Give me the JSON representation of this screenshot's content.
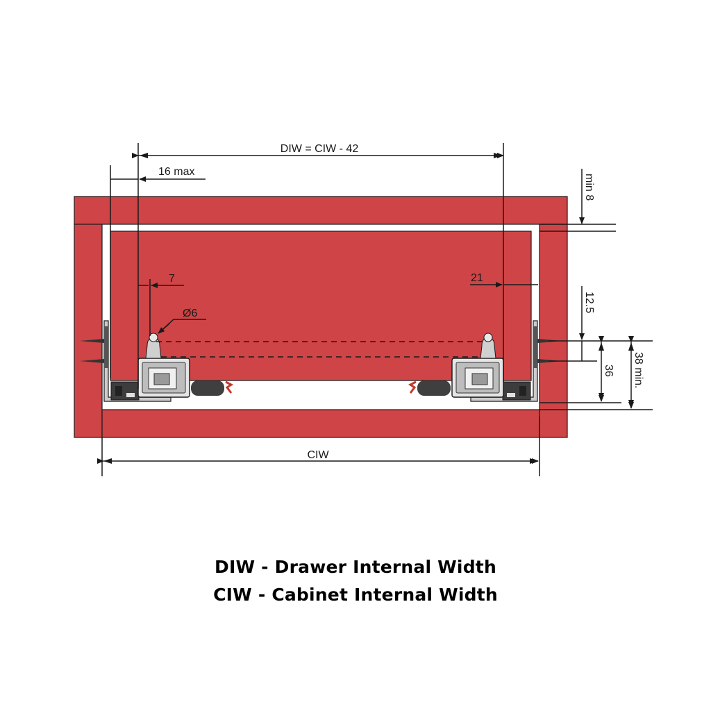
{
  "colors": {
    "wood": "#cf4446",
    "outline": "#1a1a1a",
    "slide_light": "#d9d9d9",
    "slide_dark": "#4a4a4a",
    "background": "#ffffff"
  },
  "dimensions": {
    "diw_formula": "DIW = CIW - 42",
    "side_max": "16 max",
    "top_gap": "min 8",
    "left_pin_offset": "7",
    "pin_diameter": "Ø6",
    "right_offset": "21",
    "screw_offset": "12.5",
    "slide_height": "36",
    "min_height": "38 min.",
    "ciw": "CIW"
  },
  "legend": {
    "line1": "DIW - Drawer Internal Width",
    "line2": "CIW - Cabinet Internal Width"
  }
}
